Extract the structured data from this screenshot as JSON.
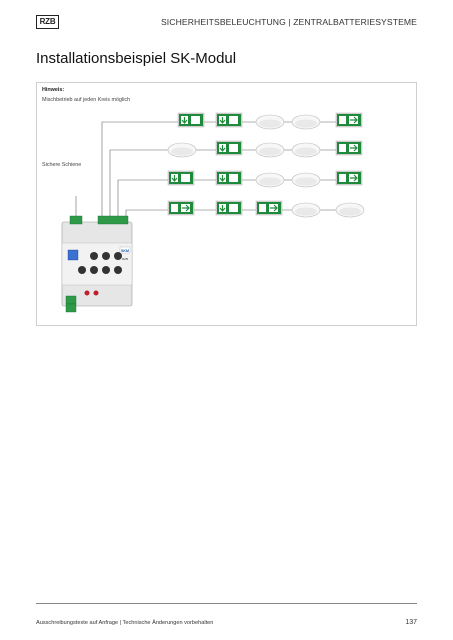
{
  "header": {
    "logo": "RZB",
    "title": "SICHERHEITSBELEUCHTUNG | ZENTRALBATTERIESYSTEME"
  },
  "page_title": "Installationsbeispiel SK-Modul",
  "figure": {
    "hint_label": "Hinweis:",
    "hint_text": "Mischbetrieb auf jeden Kreis möglich",
    "rail_label": "Sichere Schiene",
    "module_label": "SKM",
    "module_sub": "RZB",
    "fixture_rows": [
      [
        "sign-down",
        "sign-down",
        "round",
        "round",
        "sign-exit"
      ],
      [
        "round",
        "sign-down",
        "round",
        "round",
        "sign-exit"
      ],
      [
        "sign-down",
        "sign-down",
        "round",
        "round",
        "sign-exit"
      ],
      [
        "sign-exit",
        "sign-down",
        "sign-exit",
        "round",
        "round"
      ]
    ],
    "colors": {
      "sign_green": "#1f8a3c",
      "wire": "#666666",
      "module": "#e4e4e4"
    }
  },
  "footer": {
    "text": "Ausschreibungstexte auf Anfrage | Technische Änderungen vorbehalten",
    "page_number": "137"
  }
}
